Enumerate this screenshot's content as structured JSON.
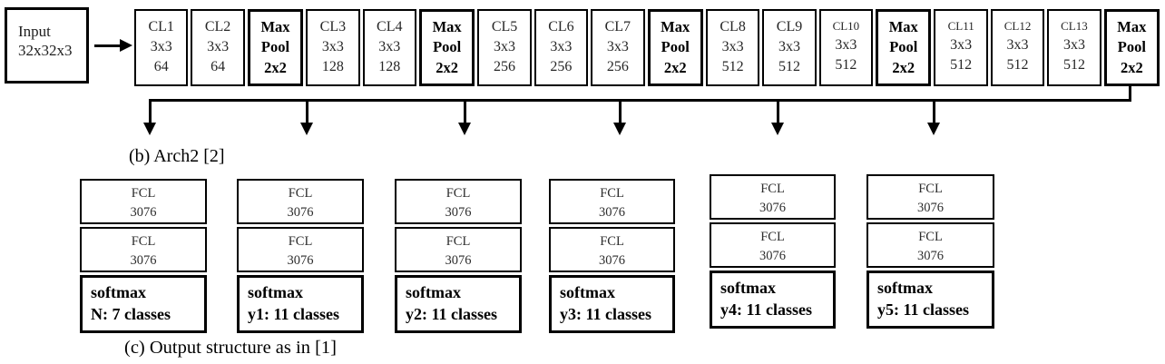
{
  "figure": {
    "kind": "cnn-architecture-diagram",
    "colors": {
      "line": "#000000",
      "background": "#ffffff",
      "box_text": "#262626"
    }
  },
  "input_box": {
    "lines": [
      "Input",
      "32x32x3"
    ]
  },
  "conv_row": [
    {
      "type": "conv",
      "lines": [
        "CL1",
        "3x3",
        "64"
      ]
    },
    {
      "type": "conv",
      "lines": [
        "CL2",
        "3x3",
        "64"
      ]
    },
    {
      "type": "pool",
      "lines": [
        "Max",
        "Pool",
        "2x2"
      ]
    },
    {
      "type": "conv",
      "lines": [
        "CL3",
        "3x3",
        "128"
      ]
    },
    {
      "type": "conv",
      "lines": [
        "CL4",
        "3x3",
        "128"
      ]
    },
    {
      "type": "pool",
      "lines": [
        "Max",
        "Pool",
        "2x2"
      ]
    },
    {
      "type": "conv",
      "lines": [
        "CL5",
        "3x3",
        "256"
      ]
    },
    {
      "type": "conv",
      "lines": [
        "CL6",
        "3x3",
        "256"
      ]
    },
    {
      "type": "conv",
      "lines": [
        "CL7",
        "3x3",
        "256"
      ]
    },
    {
      "type": "pool",
      "lines": [
        "Max",
        "Pool",
        "2x2"
      ]
    },
    {
      "type": "conv",
      "lines": [
        "CL8",
        "3x3",
        "512"
      ]
    },
    {
      "type": "conv",
      "lines": [
        "CL9",
        "3x3",
        "512"
      ]
    },
    {
      "type": "conv",
      "lines": [
        "CL10",
        "3x3",
        "512"
      ]
    },
    {
      "type": "pool",
      "lines": [
        "Max",
        "Pool",
        "2x2"
      ]
    },
    {
      "type": "conv",
      "lines": [
        "CL11",
        "3x3",
        "512"
      ]
    },
    {
      "type": "conv",
      "lines": [
        "CL12",
        "3x3",
        "512"
      ]
    },
    {
      "type": "conv",
      "lines": [
        "CL13",
        "3x3",
        "512"
      ]
    },
    {
      "type": "pool",
      "lines": [
        "Max",
        "Pool",
        "2x2"
      ]
    }
  ],
  "captions": {
    "b": "(b) Arch2 [2]",
    "c": "(c) Output structure as in [1]"
  },
  "output_columns": [
    {
      "fcl1": [
        "FCL",
        "3076"
      ],
      "fcl2": [
        "FCL",
        "3076"
      ],
      "softmax": [
        "softmax",
        "N: 7 classes"
      ]
    },
    {
      "fcl1": [
        "FCL",
        "3076"
      ],
      "fcl2": [
        "FCL",
        "3076"
      ],
      "softmax": [
        "softmax",
        "y1: 11 classes"
      ]
    },
    {
      "fcl1": [
        "FCL",
        "3076"
      ],
      "fcl2": [
        "FCL",
        "3076"
      ],
      "softmax": [
        "softmax",
        "y2: 11 classes"
      ]
    },
    {
      "fcl1": [
        "FCL",
        "3076"
      ],
      "fcl2": [
        "FCL",
        "3076"
      ],
      "softmax": [
        "softmax",
        "y3: 11 classes"
      ]
    },
    {
      "fcl1": [
        "FCL",
        "3076"
      ],
      "fcl2": [
        "FCL",
        "3076"
      ],
      "softmax": [
        "softmax",
        "y4: 11 classes"
      ]
    },
    {
      "fcl1": [
        "FCL",
        "3076"
      ],
      "fcl2": [
        "FCL",
        "3076"
      ],
      "softmax": [
        "softmax",
        "y5: 11 classes"
      ]
    }
  ]
}
